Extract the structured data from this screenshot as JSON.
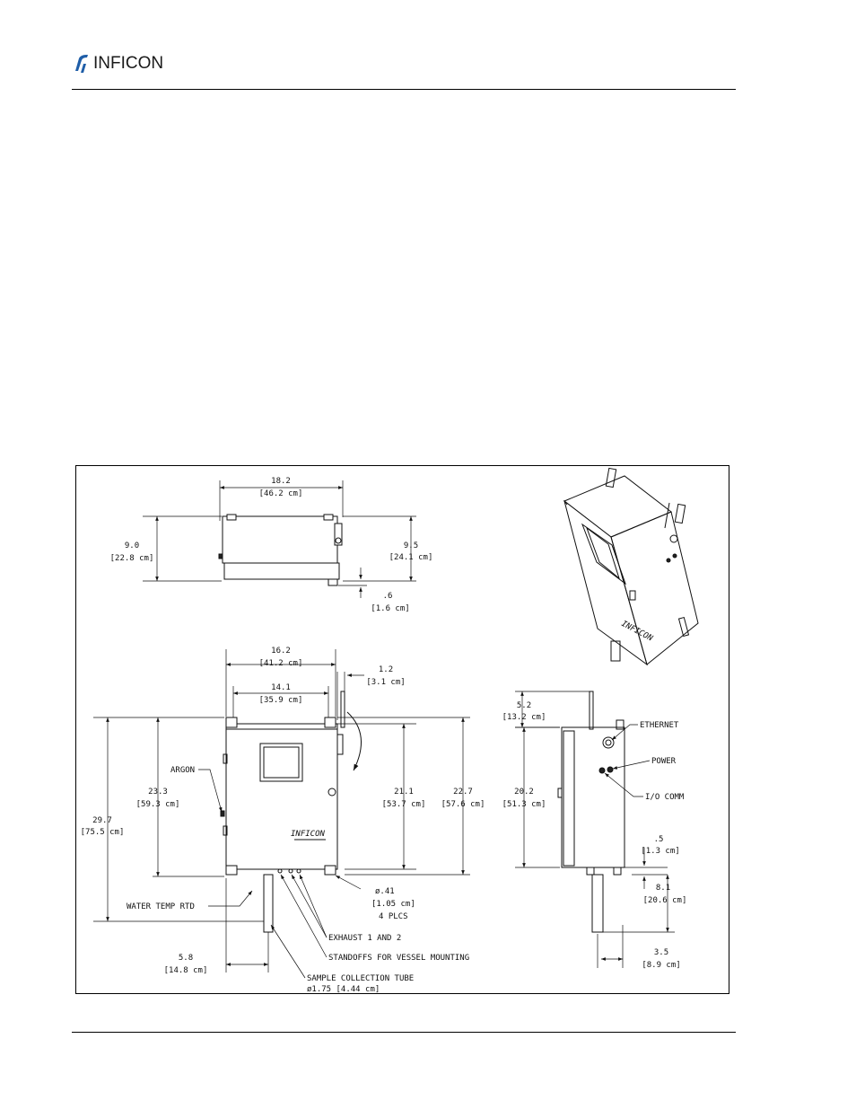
{
  "header": {
    "brand": "INFICON"
  },
  "figure": {
    "top_view": {
      "width": "18.2",
      "width_metric": "[46.2 cm]",
      "left_height": "9.0",
      "left_height_metric": "[22.8 cm]",
      "right_height": "9.5",
      "right_height_metric": "[24.1 cm]",
      "offset": ".6",
      "offset_metric": "[1.6 cm]"
    },
    "front_view": {
      "overall_width": "16.2",
      "overall_width_metric": "[41.2 cm]",
      "inner_width": "14.1",
      "inner_width_metric": "[35.9 cm]",
      "antenna": "1.2",
      "antenna_metric": "[3.1 cm]",
      "total_height": "29.7",
      "total_height_metric": "[75.5 cm]",
      "body_height": "23.3",
      "body_height_metric": "[59.3 cm]",
      "panel_height": "21.1",
      "panel_height_metric": "[53.7 cm]",
      "mount_height": "22.7",
      "mount_height_metric": "[57.6 cm]",
      "tube_offset": "5.8",
      "tube_offset_metric": "[14.8 cm]",
      "hole_dia": "ø.41",
      "hole_dia_metric": "[1.05 cm]",
      "hole_count": "4 PLCS",
      "logo_text": "INFICON"
    },
    "side_view": {
      "antenna": "5.2",
      "antenna_metric": "[13.2 cm]",
      "height": "20.2",
      "height_metric": "[51.3 cm]",
      "foot": ".5",
      "foot_metric": "[1.3 cm]",
      "tube_len": "8.1",
      "tube_len_metric": "[20.6 cm]",
      "tube_off": "3.5",
      "tube_off_metric": "[8.9 cm]"
    },
    "callouts": {
      "argon": "ARGON",
      "water_temp": "WATER TEMP RTD",
      "exhaust": "EXHAUST 1 AND 2",
      "standoffs": "STANDOFFS FOR VESSEL MOUNTING",
      "sample_tube": "SAMPLE COLLECTION TUBE",
      "sample_tube_dia": "ø1.75 [4.44 cm]",
      "ethernet": "ETHERNET",
      "power": "POWER",
      "io_comm": "I/O COMM"
    }
  }
}
